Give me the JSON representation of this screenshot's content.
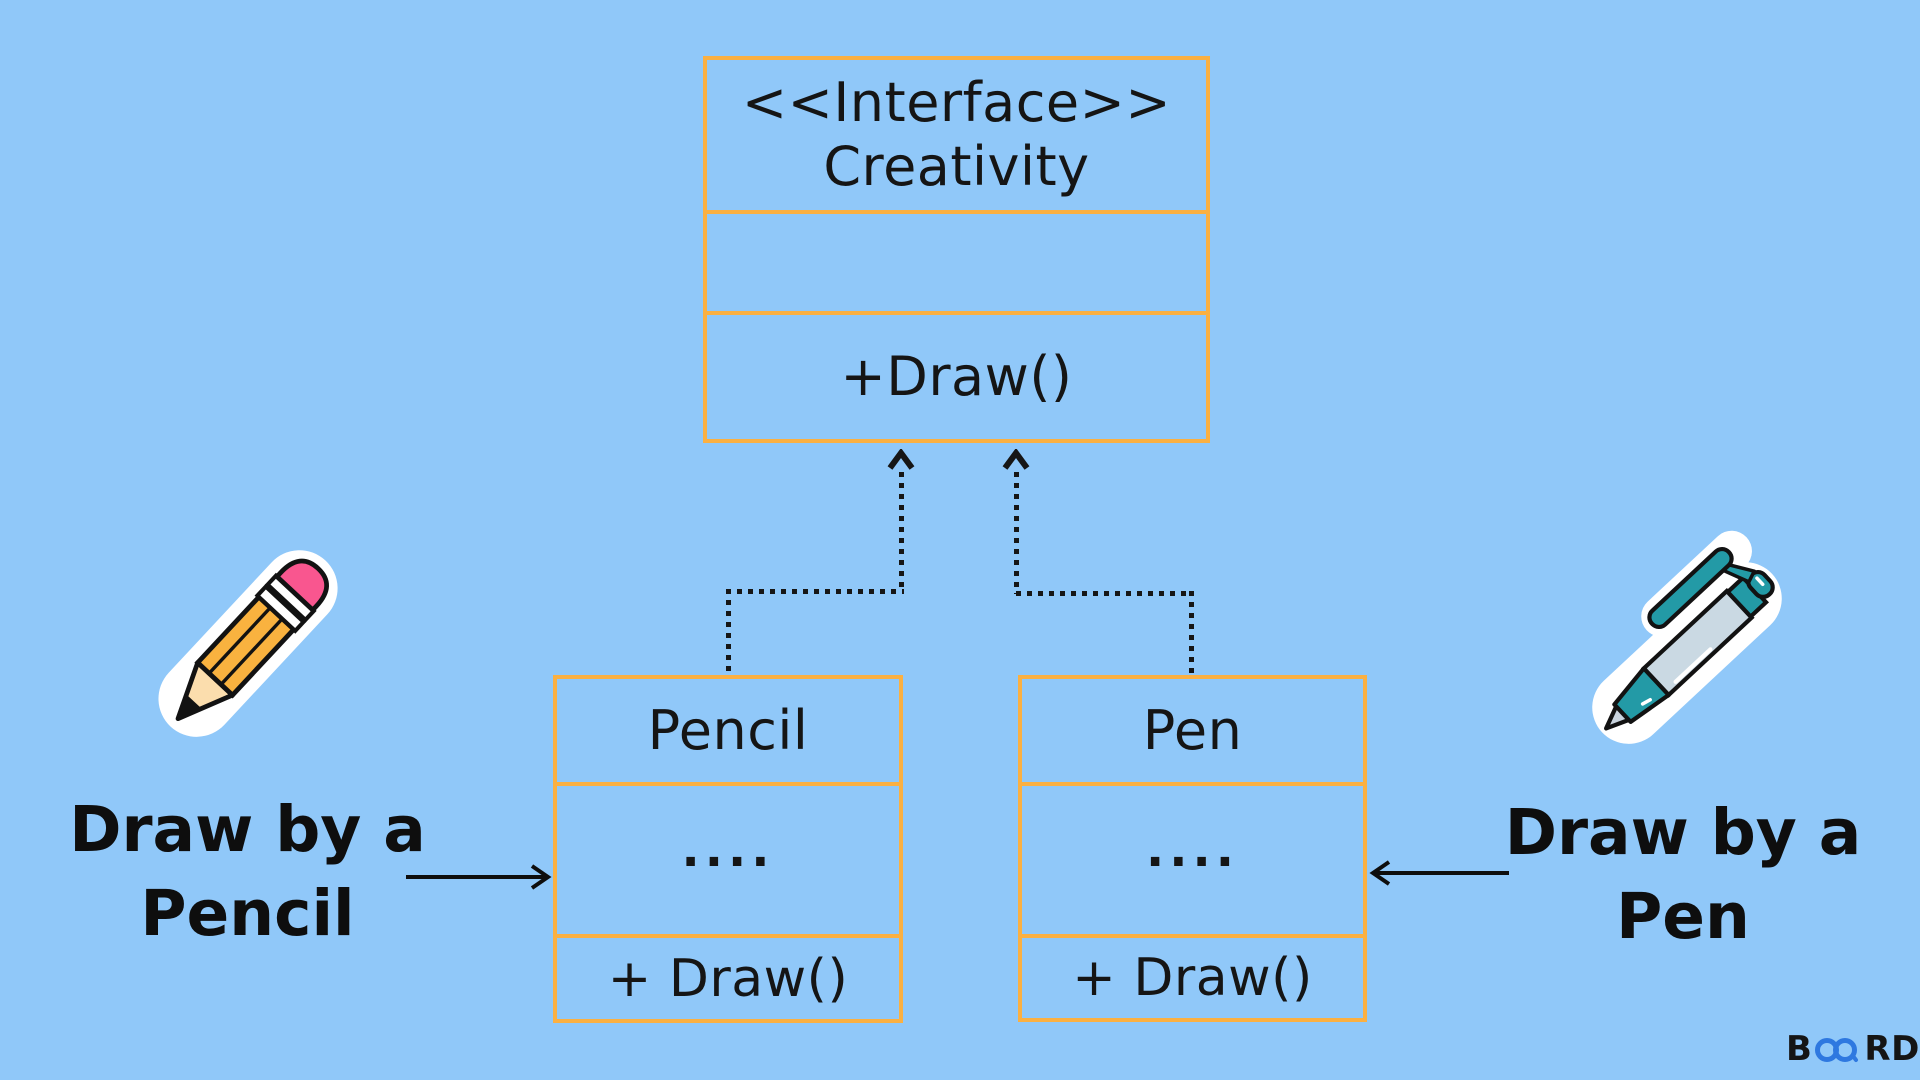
{
  "diagram": {
    "interface": {
      "stereotype": "<<Interface>>",
      "name": "Creativity",
      "attributes": "",
      "method": "+Draw()"
    },
    "classes": [
      {
        "name": "Pencil",
        "attributes": "....",
        "method": "+ Draw()"
      },
      {
        "name": "Pen",
        "attributes": "....",
        "method": "+ Draw()"
      }
    ]
  },
  "captions": {
    "pencil": {
      "line1": "Draw by a",
      "line2": "Pencil"
    },
    "pen": {
      "line1": "Draw by a",
      "line2": "Pen"
    }
  },
  "icons": {
    "pencil_illustration": "pencil-sticker",
    "pen_illustration": "pen-sticker",
    "realization_arrowhead": "up-chevron",
    "pointer_arrows": "thin-black-arrow",
    "logo_symbol": "blue-linked-rings"
  },
  "logo": {
    "part1": "B",
    "part2": "RD",
    "word": "BOARD"
  },
  "colors": {
    "background": "#90C8F9",
    "box_border": "#FBB042",
    "text": "#151515",
    "logo_blue": "#2E78E0",
    "pencil_yellow": "#F9B23F",
    "pencil_eraser_pink": "#F9568F",
    "pencil_wood": "#FBDDAD",
    "pen_teal": "#239AA6",
    "pen_body": "#CAD9E3"
  }
}
